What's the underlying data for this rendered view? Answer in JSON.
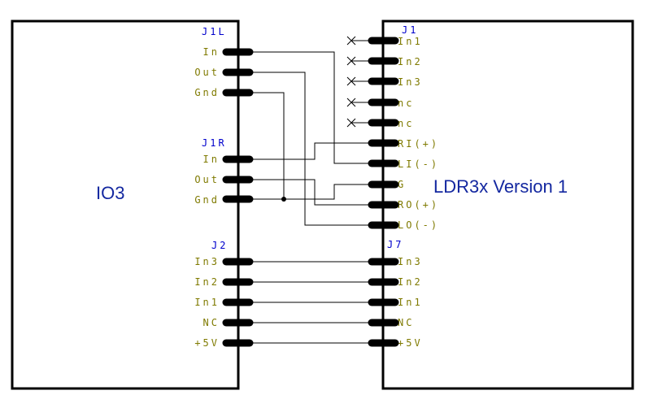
{
  "left_module": {
    "title": "IO3",
    "j1l": {
      "label": "J1L",
      "pins": [
        "In",
        "Out",
        "Gnd"
      ]
    },
    "j1r": {
      "label": "J1R",
      "pins": [
        "In",
        "Out",
        "Gnd"
      ]
    },
    "j2": {
      "label": "J2",
      "pins": [
        "In3",
        "In2",
        "In1",
        "NC",
        "+5V"
      ]
    }
  },
  "right_module": {
    "title": "LDR3x Version 1",
    "j1": {
      "label": "J1",
      "pins": [
        "In1",
        "In2",
        "In3",
        "nc",
        "nc",
        "RI(+)",
        "LI(-)",
        "G",
        "RO(+)",
        "LO(-)"
      ]
    },
    "j7": {
      "label": "J7",
      "pins": [
        "In3",
        "In2",
        "In1",
        "NC",
        "+5V"
      ]
    }
  },
  "colors": {
    "pin_label": "#7f7a00",
    "connector_label": "#0000cc",
    "module_title": "#1428a0"
  }
}
